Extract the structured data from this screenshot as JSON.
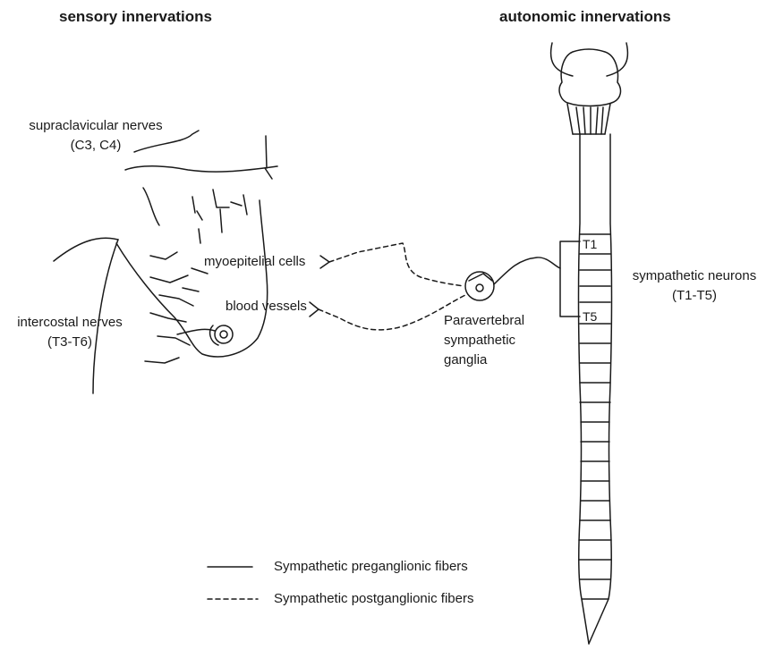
{
  "headings": {
    "sensory": "sensory innervations",
    "autonomic": "autonomic innervations"
  },
  "labels": {
    "supraclavicular": "supraclavicular nerves\n(C3, C4)",
    "intercostal": "intercostal nerves\n(T3-T6)",
    "myoepithelial": "myoepitelial cells",
    "blood_vessels": "blood vessels",
    "ganglia": "Paravertebral\nsympathetic\nganglia",
    "sympathetic_neurons": "sympathetic neurons\n(T1-T5)",
    "t1": "T1",
    "t5": "T5"
  },
  "legend": {
    "preganglionic": "Sympathetic preganglionic fibers",
    "postganglionic": "Sympathetic postganglionic fibers"
  }
}
